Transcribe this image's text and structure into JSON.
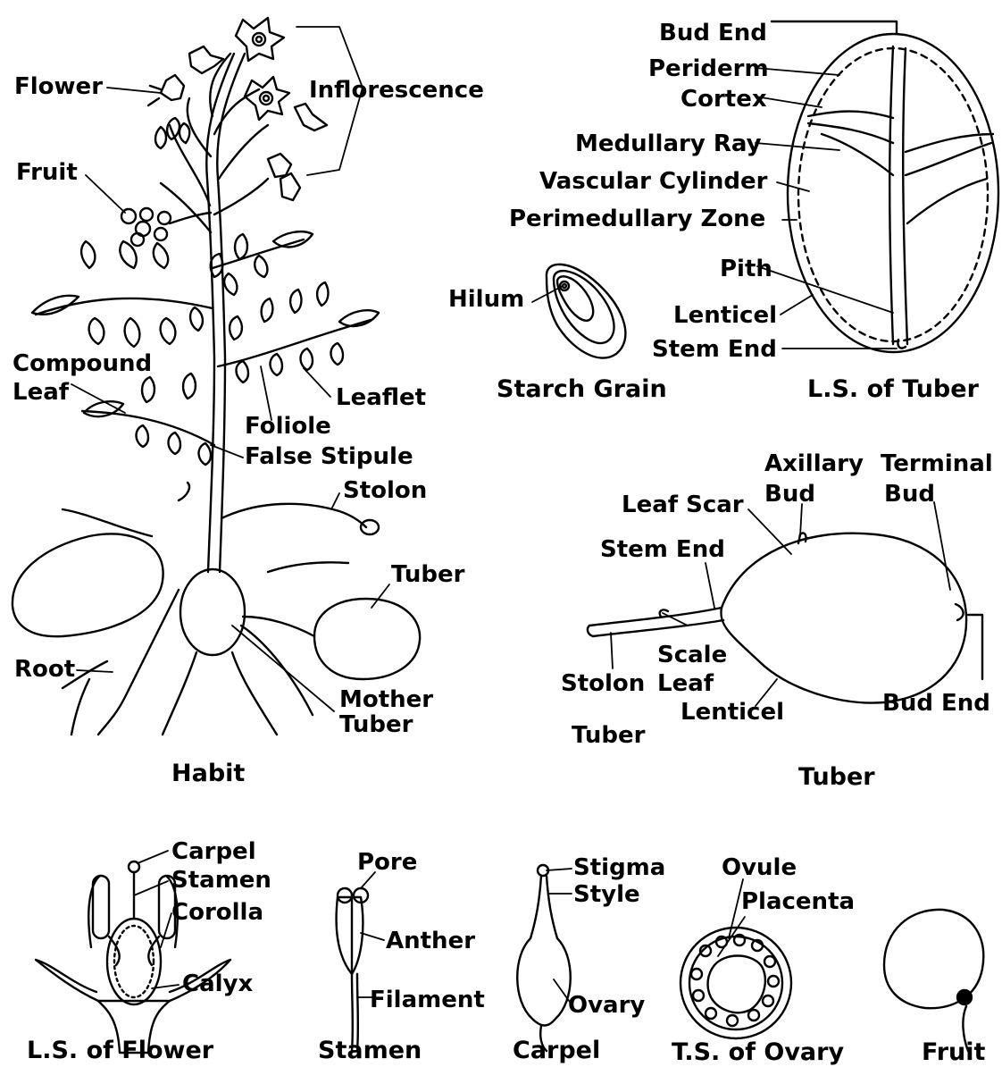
{
  "habit": {
    "caption": "Habit",
    "labels": {
      "flower": "Flower",
      "inflorescence": "Inflorescence",
      "fruit": "Fruit",
      "compound_leaf_1": "Compound",
      "compound_leaf_2": "Leaf",
      "leaflet": "Leaflet",
      "foliole": "Foliole",
      "false_stipule": "False Stipule",
      "stolon": "Stolon",
      "tuber": "Tuber",
      "root": "Root",
      "mother_tuber_1": "Mother",
      "mother_tuber_2": "Tuber"
    }
  },
  "ls_tuber": {
    "caption": "L.S. of Tuber",
    "labels": {
      "bud_end": "Bud End",
      "periderm": "Periderm",
      "cortex": "Cortex",
      "medullary_ray": "Medullary Ray",
      "vascular_cylinder": "Vascular Cylinder",
      "perimedullary_zone": "Perimedullary Zone",
      "pith": "Pith",
      "lenticel": "Lenticel",
      "stem_end": "Stem End"
    }
  },
  "starch_grain": {
    "caption": "Starch Grain",
    "labels": {
      "hilum": "Hilum"
    }
  },
  "tuber": {
    "caption": "Tuber",
    "labels": {
      "axillary_bud_1": "Axillary",
      "axillary_bud_2": "Bud",
      "terminal_bud_1": "Terminal",
      "terminal_bud_2": "Bud",
      "leaf_scar": "Leaf Scar",
      "stem_end": "Stem End",
      "scale_leaf_1": "Scale",
      "scale_leaf_2": "Leaf",
      "stolon": "Stolon",
      "lenticel": "Lenticel",
      "bud_end": "Bud End",
      "tuber": "Tuber"
    }
  },
  "ls_flower": {
    "caption": "L.S. of Flower",
    "labels": {
      "carpel": "Carpel",
      "stamen": "Stamen",
      "corolla": "Corolla",
      "calyx": "Calyx"
    }
  },
  "stamen": {
    "caption": "Stamen",
    "labels": {
      "pore": "Pore",
      "anther": "Anther",
      "filament": "Filament"
    }
  },
  "carpel": {
    "caption": "Carpel",
    "labels": {
      "stigma": "Stigma",
      "style": "Style",
      "ovary": "Ovary"
    }
  },
  "ts_ovary": {
    "caption": "T.S. of Ovary",
    "labels": {
      "ovule": "Ovule",
      "placenta": "Placenta"
    }
  },
  "fruit_detail": {
    "caption": "Fruit"
  },
  "colors": {
    "ink": "#000000",
    "paper": "#ffffff"
  }
}
